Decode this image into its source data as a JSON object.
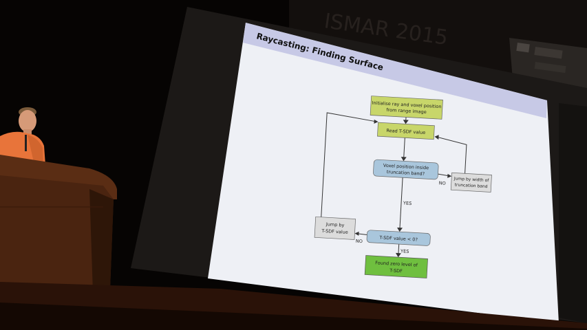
{
  "conference_banner": {
    "text": "ISMAR 2015"
  },
  "slide": {
    "title": "Raycasting: Finding Surface",
    "flowchart": {
      "nodes": [
        {
          "id": "init",
          "lines": [
            "Initialise ray and voxel position",
            "from range image"
          ],
          "color": "#c8d66a"
        },
        {
          "id": "read",
          "lines": [
            "Read T-SDF value"
          ],
          "color": "#c8d66a"
        },
        {
          "id": "inside",
          "lines": [
            "Voxel position inside",
            "truncation band?"
          ],
          "color": "#a9c6dc"
        },
        {
          "id": "jump_width",
          "lines": [
            "Jump by width of",
            "truncation band"
          ],
          "color": "#dcdcdc"
        },
        {
          "id": "less_zero",
          "lines": [
            "T-SDF value < 0?"
          ],
          "color": "#a9c6dc"
        },
        {
          "id": "jump_tsdf",
          "lines": [
            "Jump by",
            "T-SDF value"
          ],
          "color": "#dcdcdc"
        },
        {
          "id": "found",
          "lines": [
            "Found zero level of",
            "T-SDF"
          ],
          "color": "#6fbf3f"
        }
      ],
      "edge_labels": {
        "no_inside": "NO",
        "yes_inside": "YES",
        "no_less": "NO",
        "yes_less": "YES"
      }
    }
  },
  "colors": {
    "slide_background": "#eef0f5",
    "slide_header_band": "#c7c9e6",
    "speaker_shirt": "#e8743a",
    "podium": "#4a2410"
  }
}
